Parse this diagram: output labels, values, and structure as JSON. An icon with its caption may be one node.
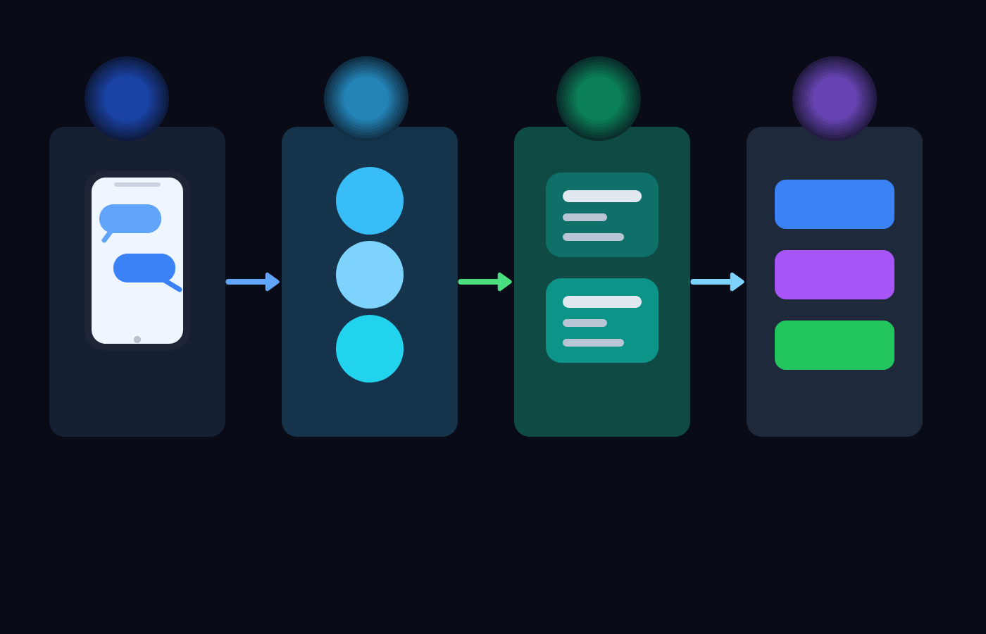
{
  "diagram": {
    "nodes": [
      {
        "text": [],
        "shape": "box"
      },
      {
        "text": [],
        "shape": "box"
      },
      {
        "text": [],
        "shape": "circle",
        "in": 1
      },
      {
        "text": [],
        "shape": "circle",
        "in": 1
      },
      {
        "text": [],
        "shape": "circle",
        "in": 1
      },
      {
        "text": [],
        "shape": "box"
      },
      {
        "text": [],
        "shape": "box",
        "in": 5
      },
      {
        "text": [],
        "shape": "box",
        "in": 5
      },
      {
        "text": [],
        "shape": "box"
      },
      {
        "text": [],
        "shape": "box",
        "in": 8
      },
      {
        "text": [],
        "shape": "box",
        "in": 8
      },
      {
        "text": [],
        "shape": "box",
        "in": 8
      }
    ],
    "edges": [
      {
        "from": 0,
        "to": 1,
        "arrow": "to",
        "color": "#60a5fa"
      },
      {
        "from": 1,
        "to": 5,
        "arrow": "to",
        "color": "#4ade80"
      },
      {
        "from": 5,
        "to": 8,
        "arrow": "to",
        "color": "#7dd3fc"
      }
    ]
  }
}
